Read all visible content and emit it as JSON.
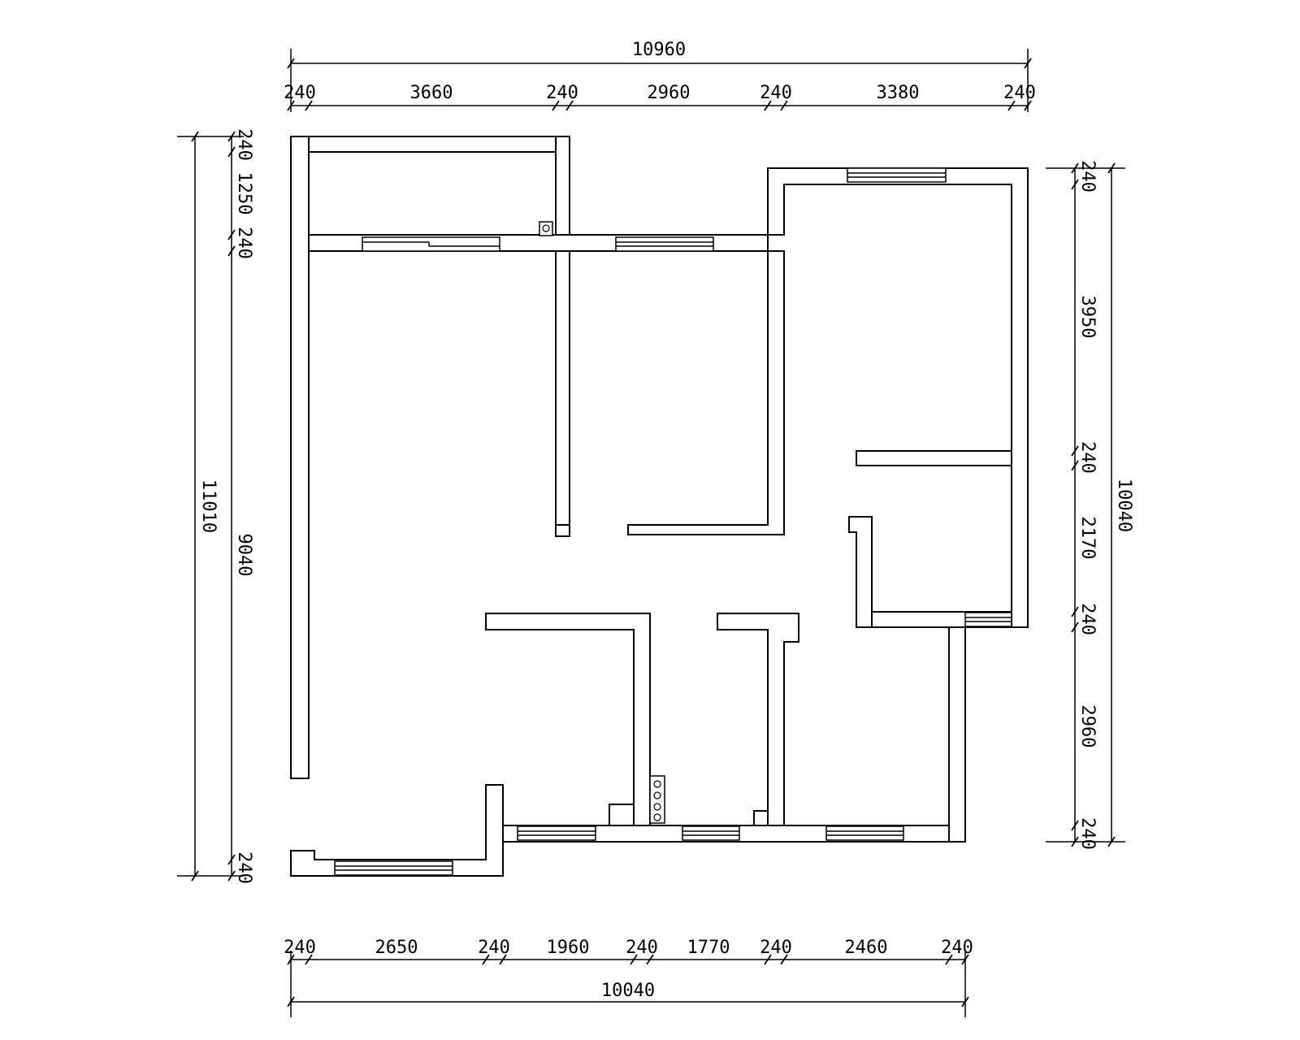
{
  "dimensions": {
    "top_total": "10960",
    "top": [
      "240",
      "3660",
      "240",
      "2960",
      "240",
      "3380",
      "240"
    ],
    "bottom_total": "10040",
    "bottom": [
      "240",
      "2650",
      "240",
      "1960",
      "240",
      "1770",
      "240",
      "2460",
      "240"
    ],
    "left_total": "11010",
    "left": [
      "240",
      "1250",
      "240",
      "9040",
      "240"
    ],
    "right_total": "10040",
    "right": [
      "240",
      "3950",
      "240",
      "2170",
      "240",
      "2960",
      "240"
    ]
  },
  "colors": {
    "line": "#000000",
    "background": "#ffffff"
  }
}
